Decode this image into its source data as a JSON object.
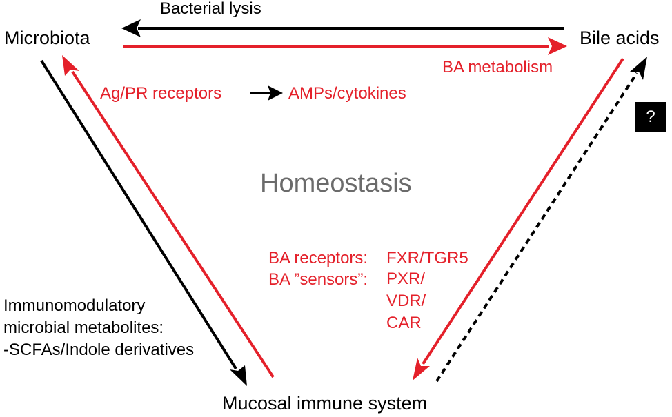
{
  "nodes": {
    "microbiota": "Microbiota",
    "bile_acids": "Bile acids",
    "immune": "Mucosal immune system"
  },
  "center": "Homeostasis",
  "labels": {
    "bacterial_lysis": "Bacterial lysis",
    "ba_metabolism": "BA metabolism",
    "ag_pr": "Ag/PR receptors",
    "amps": "AMPs/cytokines",
    "ba_receptors": "BA receptors:",
    "fxr_tgr5": "FXR/TGR5",
    "ba_sensors": "BA ”sensors”:",
    "sensors_list": [
      "PXR/",
      "VDR/",
      "CAR"
    ],
    "immuno_lines": [
      "Immunomodulatory",
      "microbial metabolites:",
      "-SCFAs/Indole derivatives"
    ],
    "question": "?"
  },
  "colors": {
    "red": "#e4202a",
    "black": "#000000",
    "gray": "#6b6b6b"
  }
}
